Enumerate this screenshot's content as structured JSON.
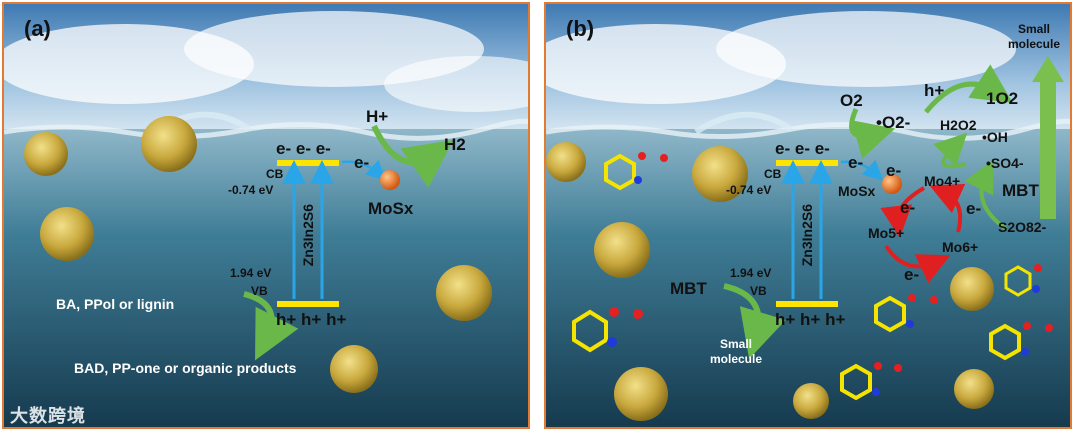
{
  "panel_a": {
    "label": "(a)",
    "cb_label": "CB",
    "cb_energy": "-0.74 eV",
    "vb_label": "VB",
    "vb_energy": "1.94 eV",
    "catalyst": "Zn3In2S6",
    "cocatalyst": "MoSx",
    "proton": "H+",
    "hydrogen": "H2",
    "electrons_cb": [
      "e-",
      "e-",
      "e-"
    ],
    "electron_transfer": "e-",
    "holes_vb": [
      "h+",
      "h+",
      "h+"
    ],
    "substrate": "BA, PPol or lignin",
    "products": "BAD, PP-one or organic products"
  },
  "panel_b": {
    "label": "(b)",
    "cb_label": "CB",
    "cb_energy": "-0.74 eV",
    "vb_label": "VB",
    "vb_energy": "1.94 eV",
    "catalyst": "Zn3In2S6",
    "cocatalyst": "MoSx",
    "electrons_cb": [
      "e-",
      "e-",
      "e-"
    ],
    "electron_transfer": [
      "e-",
      "e-"
    ],
    "holes_vb": [
      "h+",
      "h+",
      "h+"
    ],
    "oxygen": "O2",
    "superoxide": "•O2-",
    "singlet_oxygen": "1O2",
    "hole": "h+",
    "hydrogen_peroxide": "H2O2",
    "hydroxyl": "•OH",
    "sulfate_radical": "•SO4-",
    "persulfate": "S2O82-",
    "mo_cycle": [
      "Mo4+",
      "Mo5+",
      "Mo6+"
    ],
    "cycle_electrons": [
      "e-",
      "e-",
      "e-"
    ],
    "pollutant_right": "MBT",
    "pollutant_left": "MBT",
    "small_molecule_top": "Small molecule",
    "small_molecule_bottom": "Small molecule"
  },
  "watermark": "大数跨境"
}
